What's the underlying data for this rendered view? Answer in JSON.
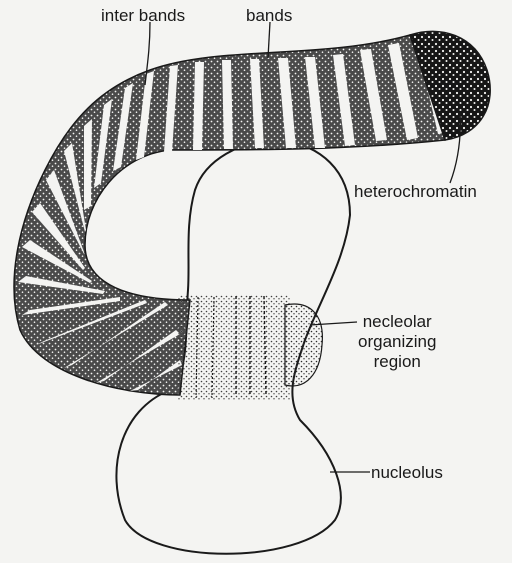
{
  "labels": {
    "inter_bands": "inter bands",
    "bands": "bands",
    "heterochromatin": "heterochromatin",
    "nor_line1": "necleolar",
    "nor_line2": "organizing",
    "nor_line3": "region",
    "nucleolus": "nucleolus"
  },
  "colors": {
    "ink": "#1a1a1a",
    "paper": "#f4f4f2",
    "band_fill": "#3a3a3a"
  }
}
